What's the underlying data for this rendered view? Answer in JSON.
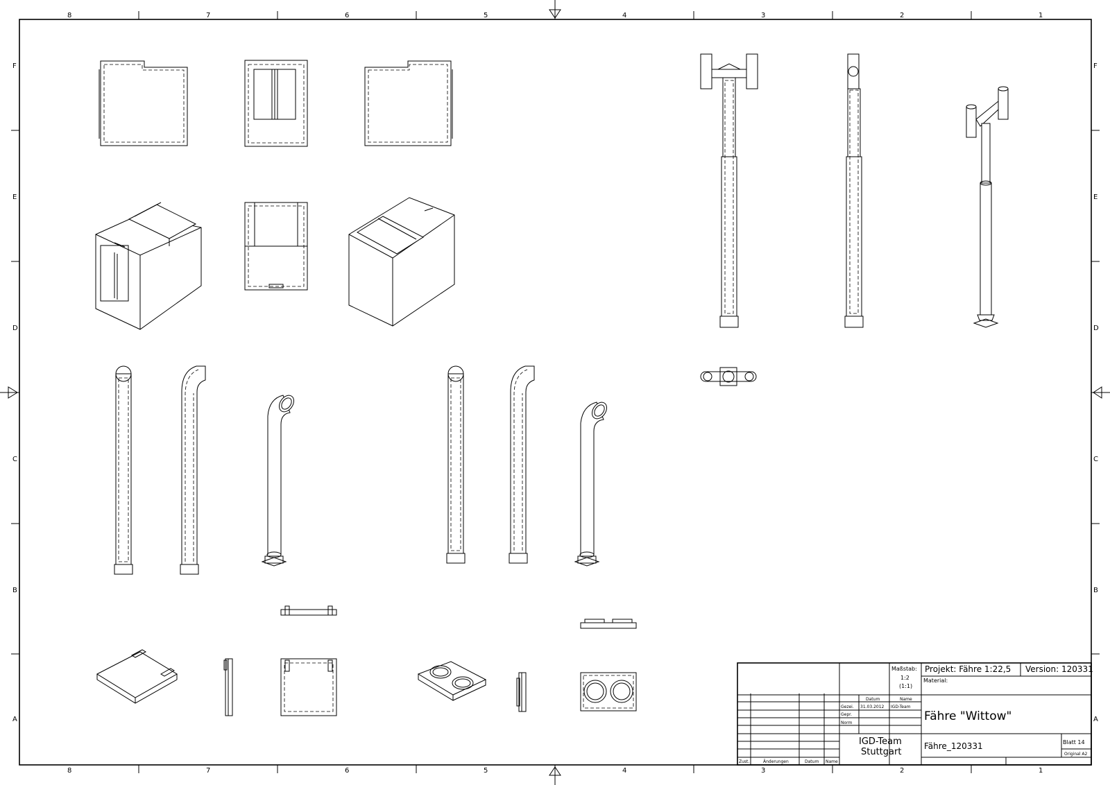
{
  "frame": {
    "columns": [
      "8",
      "7",
      "6",
      "5",
      "4",
      "3",
      "2",
      "1"
    ],
    "rows": [
      "F",
      "E",
      "D",
      "C",
      "B",
      "A"
    ]
  },
  "title_block": {
    "scale_label": "Maßstab:",
    "scale_value": "1:2",
    "scale_original": "(1:1)",
    "project": "Projekt: Fähre 1:22,5",
    "version": "Version: 120331",
    "material_label": "Material:",
    "col_datum": "Datum",
    "col_name": "Name",
    "row_gezei": "Gezei.",
    "row_gepr": "Gepr.",
    "row_norm": "Norm",
    "gezei_date": "31.03.2012",
    "gezei_name": "IGD-Team",
    "drawing_title": "Fähre \"Wittow\"",
    "team_line1": "IGD-Team",
    "team_line2": "Stuttgart",
    "file_name": "Fähre_120331",
    "sheet": "Blatt 14",
    "original": "Original A2",
    "rev_zust": "Zust.",
    "rev_aenderungen": "Änderungen",
    "rev_datum": "Datum",
    "rev_name": "Name"
  }
}
